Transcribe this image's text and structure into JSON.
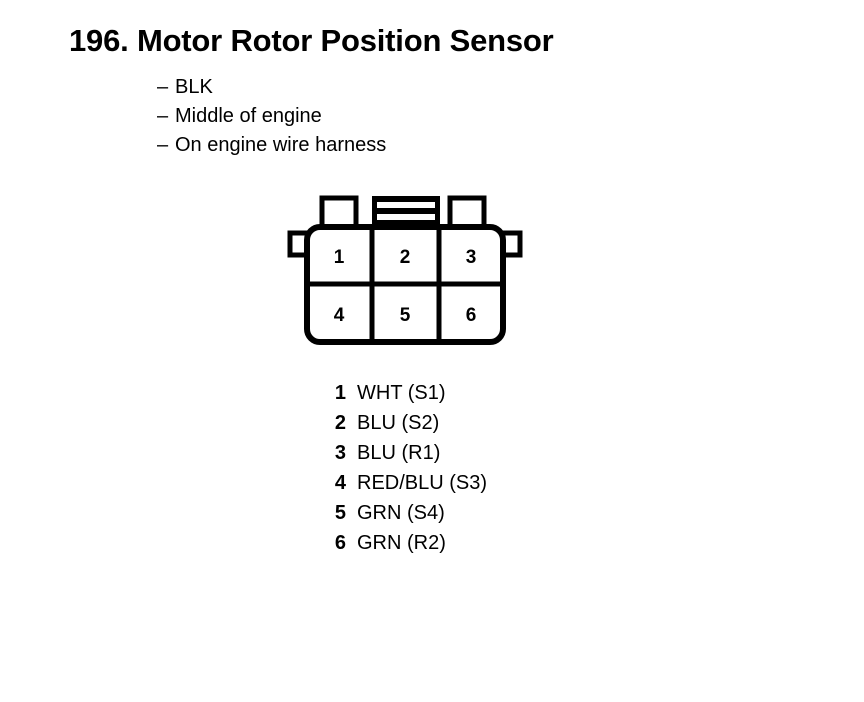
{
  "page": {
    "title": "196. Motor Rotor Position Sensor",
    "number": "196.",
    "name": "Motor Rotor Position Sensor",
    "ink_color": "#000000",
    "background_color": "#ffffff"
  },
  "attributes": {
    "dash": "–",
    "items": [
      {
        "label": "BLK"
      },
      {
        "label": "Middle of engine"
      },
      {
        "label": "On engine wire harness"
      }
    ]
  },
  "connector": {
    "shape": "6-pin-rectangular-connector",
    "rows": 2,
    "columns": 3,
    "cells": [
      [
        {
          "pin": "1"
        },
        {
          "pin": "2"
        },
        {
          "pin": "3"
        }
      ],
      [
        {
          "pin": "4"
        },
        {
          "pin": "5"
        },
        {
          "pin": "6"
        }
      ]
    ],
    "features": {
      "top_tab_left": "locking-tab",
      "top_tab_center": "ribbed-latch",
      "top_tab_right": "locking-tab",
      "side_ear_left": "alignment-ear",
      "side_ear_right": "alignment-ear"
    }
  },
  "pin_legend": {
    "rows": [
      {
        "pin": "1",
        "wire": "WHT (S1)"
      },
      {
        "pin": "2",
        "wire": "BLU (S2)"
      },
      {
        "pin": "3",
        "wire": "BLU (R1)"
      },
      {
        "pin": "4",
        "wire": "RED/BLU (S3)"
      },
      {
        "pin": "5",
        "wire": "GRN (S4)"
      },
      {
        "pin": "6",
        "wire": "GRN (R2)"
      }
    ]
  }
}
